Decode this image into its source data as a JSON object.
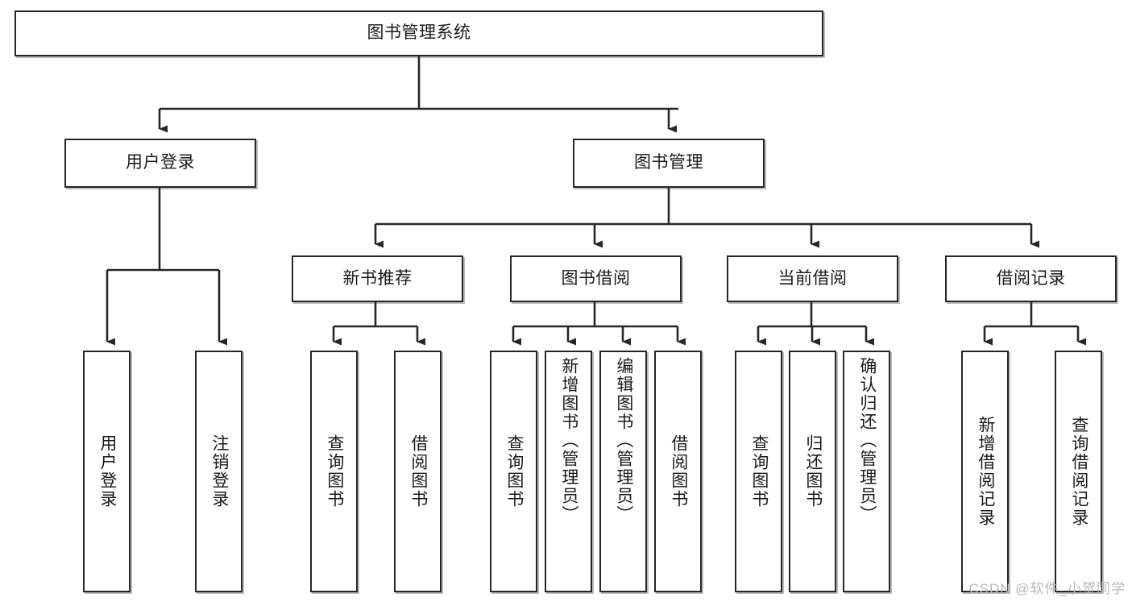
{
  "diagram": {
    "title": "图书管理系统",
    "type": "tree-structure-chart",
    "watermark": "CSDN @软件_小贺同学",
    "colors": {
      "background": "#ffffff",
      "box_border": "#262626",
      "box_fill": "#ffffff",
      "edge": "#262626",
      "text": "#1a1a1a",
      "watermark": "#b9b9b9"
    },
    "root": {
      "label": "图书管理系统"
    },
    "level2": [
      {
        "id": "user-login",
        "label": "用户登录"
      },
      {
        "id": "book-management",
        "label": "图书管理"
      }
    ],
    "level3": [
      {
        "id": "new-book-recommend",
        "label": "新书推荐"
      },
      {
        "id": "book-borrow",
        "label": "图书借阅"
      },
      {
        "id": "current-borrow",
        "label": "当前借阅"
      },
      {
        "id": "borrow-record",
        "label": "借阅记录"
      }
    ],
    "leaves": [
      {
        "id": "leaf-user-login",
        "label": "用户登录",
        "parent": "user-login"
      },
      {
        "id": "leaf-logout-login",
        "label": "注销登录",
        "parent": "user-login"
      },
      {
        "id": "leaf-query-book-1",
        "label": "查询图书",
        "parent": "new-book-recommend"
      },
      {
        "id": "leaf-borrow-book-1",
        "label": "借阅图书",
        "parent": "new-book-recommend"
      },
      {
        "id": "leaf-query-book-2",
        "label": "查询图书",
        "parent": "book-borrow"
      },
      {
        "id": "leaf-add-book",
        "label": "新增图书（管理员）",
        "parent": "book-borrow"
      },
      {
        "id": "leaf-edit-book",
        "label": "编辑图书（管理员）",
        "parent": "book-borrow"
      },
      {
        "id": "leaf-borrow-book-2",
        "label": "借阅图书",
        "parent": "book-borrow"
      },
      {
        "id": "leaf-query-book-3",
        "label": "查询图书",
        "parent": "current-borrow"
      },
      {
        "id": "leaf-return-book",
        "label": "归还图书",
        "parent": "current-borrow"
      },
      {
        "id": "leaf-confirm-return",
        "label": "确认归还（管理员）",
        "parent": "current-borrow"
      },
      {
        "id": "leaf-add-record",
        "label": "新增借阅记录",
        "parent": "borrow-record"
      },
      {
        "id": "leaf-query-record",
        "label": "查询借阅记录",
        "parent": "borrow-record"
      }
    ]
  }
}
